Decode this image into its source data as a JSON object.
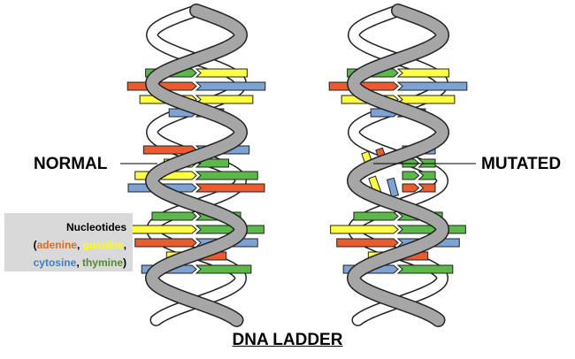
{
  "labels": {
    "normal": "NORMAL",
    "mutated": "MUTATED",
    "title": "DNA LADDER"
  },
  "legend": {
    "heading": "Nucleotides",
    "open": "(",
    "adenine": "adenine",
    "comma1": ", ",
    "guanine": "guanine",
    "comma2": ",",
    "cytosine": "cytosine",
    "comma3": ", ",
    "thymine": "thymine",
    "close": ")"
  },
  "colors": {
    "adenine": "#e85c30",
    "guanine": "#ffff44",
    "cytosine": "#7ca3d3",
    "thymine": "#5cb84a",
    "strand": "#a6a6a6",
    "strand_back": "#ffffff",
    "legend_bg": "#d9d9d9"
  }
}
